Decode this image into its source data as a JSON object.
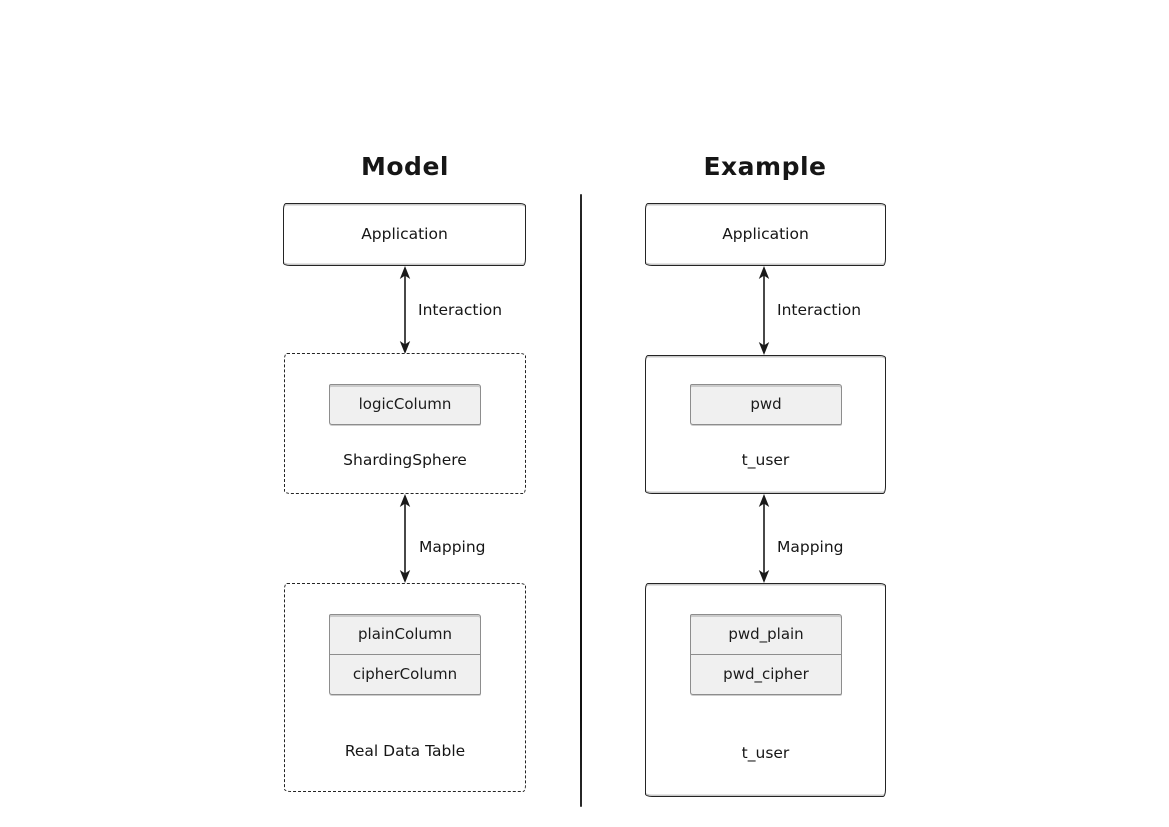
{
  "diagram": {
    "kind": "comparison-flow-diagram",
    "colors": {
      "background": "#ffffff",
      "stroke": "#242424",
      "field_fill": "#f0f0f0",
      "field_border": "#8d8d8d",
      "text": "#161616"
    },
    "columns": [
      {
        "title": "Model",
        "application_label": "Application",
        "arrow1_label": "Interaction",
        "arrow2_label": "Mapping",
        "middle_box": {
          "style": "dashed",
          "label": "ShardingSphere",
          "fields": [
            "logicColumn"
          ]
        },
        "bottom_box": {
          "style": "dashed",
          "label": "Real Data Table",
          "fields": [
            "plainColumn",
            "cipherColumn"
          ]
        }
      },
      {
        "title": "Example",
        "application_label": "Application",
        "arrow1_label": "Interaction",
        "arrow2_label": "Mapping",
        "middle_box": {
          "style": "solid",
          "label": "t_user",
          "fields": [
            "pwd"
          ]
        },
        "bottom_box": {
          "style": "solid",
          "label": "t_user",
          "fields": [
            "pwd_plain",
            "pwd_cipher"
          ]
        }
      }
    ]
  }
}
